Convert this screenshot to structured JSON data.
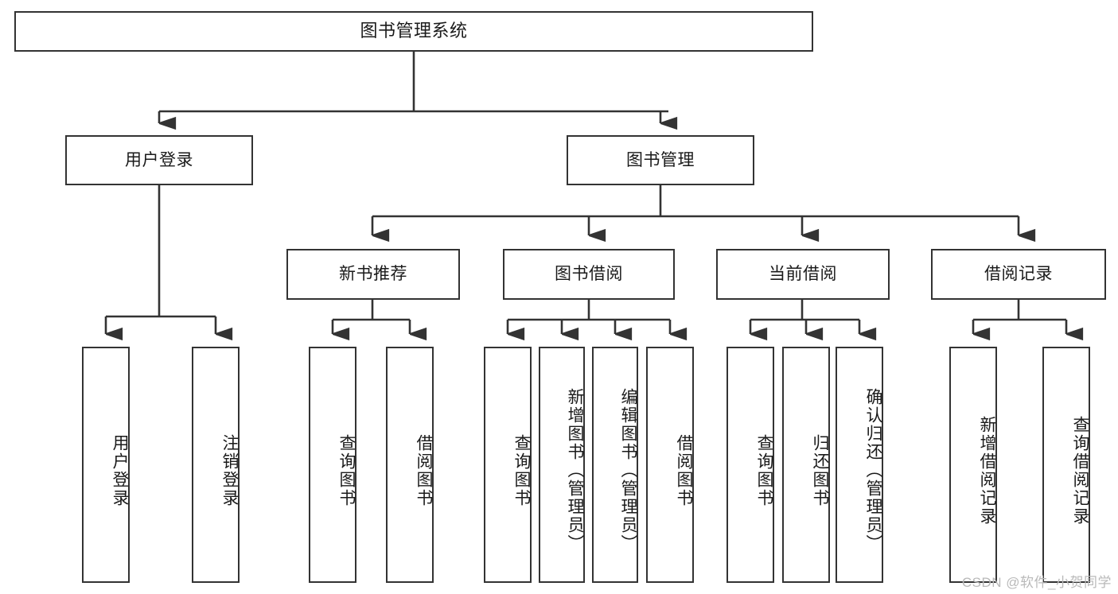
{
  "diagram": {
    "title": "图书管理系统",
    "type": "tree-hierarchy-diagram",
    "watermark": "CSDN @软件_小贺同学",
    "colors": {
      "box_border": "#333333",
      "box_fill": "#ffffff",
      "connector": "#333333",
      "text": "#1a1a1a",
      "watermark": "#b9b9b9"
    },
    "nodes": {
      "root": {
        "label": "图书管理系统"
      },
      "level1": [
        {
          "id": "user-login",
          "label": "用户登录"
        },
        {
          "id": "book-management",
          "label": "图书管理"
        }
      ],
      "level2": [
        {
          "id": "new-book-recommend",
          "label": "新书推荐"
        },
        {
          "id": "book-borrow",
          "label": "图书借阅"
        },
        {
          "id": "current-borrow",
          "label": "当前借阅"
        },
        {
          "id": "borrow-record",
          "label": "借阅记录"
        }
      ],
      "leaves": [
        {
          "id": "leaf-user-login",
          "parent": "user-login",
          "label": "用户登录"
        },
        {
          "id": "leaf-logout",
          "parent": "user-login",
          "label": "注销登录"
        },
        {
          "id": "leaf-query-book-1",
          "parent": "new-book-recommend",
          "label": "查询图书"
        },
        {
          "id": "leaf-borrow-book-1",
          "parent": "new-book-recommend",
          "label": "借阅图书"
        },
        {
          "id": "leaf-query-book-2",
          "parent": "book-borrow",
          "label": "查询图书"
        },
        {
          "id": "leaf-add-book",
          "parent": "book-borrow",
          "label": "新增图书（管理员）"
        },
        {
          "id": "leaf-edit-book",
          "parent": "book-borrow",
          "label": "编辑图书（管理员）"
        },
        {
          "id": "leaf-borrow-book-2",
          "parent": "book-borrow",
          "label": "借阅图书"
        },
        {
          "id": "leaf-query-book-3",
          "parent": "current-borrow",
          "label": "查询图书"
        },
        {
          "id": "leaf-return-book",
          "parent": "current-borrow",
          "label": "归还图书"
        },
        {
          "id": "leaf-confirm-return",
          "parent": "current-borrow",
          "label": "确认归还（管理员）"
        },
        {
          "id": "leaf-add-record",
          "parent": "borrow-record",
          "label": "新增借阅记录"
        },
        {
          "id": "leaf-query-record",
          "parent": "borrow-record",
          "label": "查询借阅记录"
        }
      ]
    }
  }
}
